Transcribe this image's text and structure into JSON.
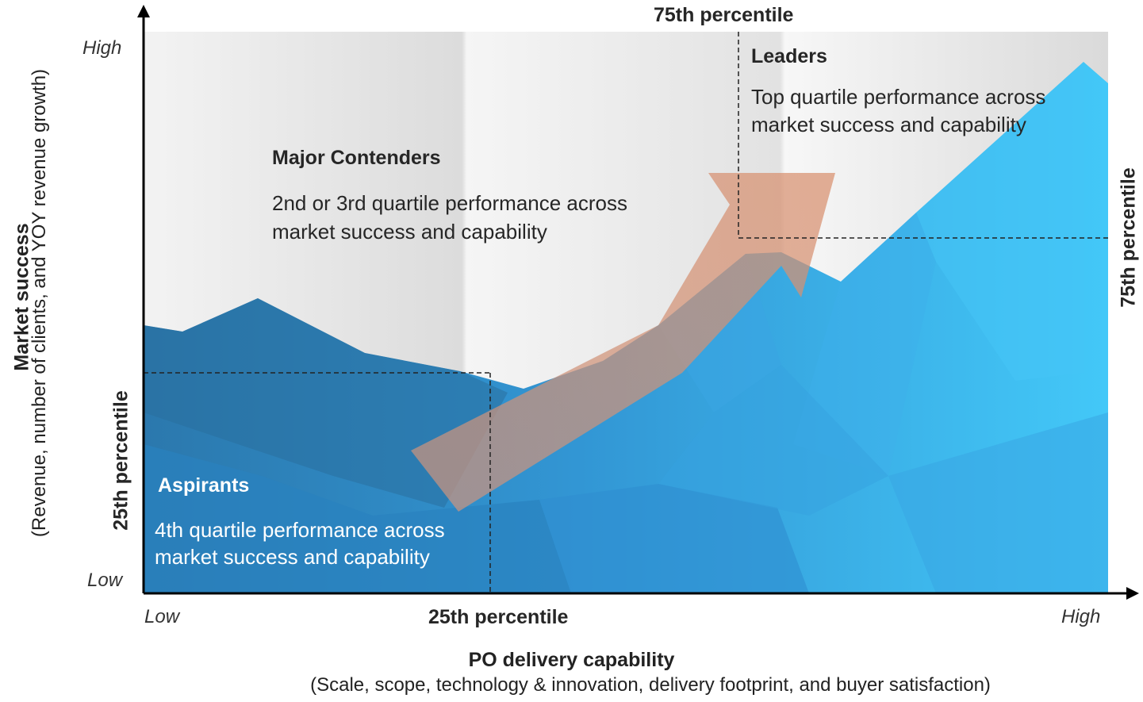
{
  "y_axis": {
    "title": "Market success",
    "subtitle": "(Revenue, number of clients, and YOY revenue growth)",
    "high_label": "High",
    "low_label": "Low"
  },
  "x_axis": {
    "title": "PO delivery capability",
    "subtitle": "(Scale, scope, technology & innovation, delivery footprint, and buyer satisfaction)",
    "low_label": "Low",
    "high_label": "High"
  },
  "percentiles": {
    "x_25": "25th percentile",
    "x_75": "75th percentile",
    "y_25": "25th percentile",
    "y_75": "75th percentile"
  },
  "quadrants": {
    "leaders": {
      "title": "Leaders",
      "desc_line1": "Top quartile performance across",
      "desc_line2": "market success and capability"
    },
    "major_contenders": {
      "title": "Major Contenders",
      "desc_line1": "2nd or 3rd quartile performance across",
      "desc_line2": "market success and capability"
    },
    "aspirants": {
      "title": "Aspirants",
      "desc_line1": "4th quartile performance across",
      "desc_line2": "market success and capability"
    }
  },
  "colors": {
    "background_panel": "#efefef",
    "mountain_dark": "#2f7fb8",
    "mountain_light": "#3fc0f5",
    "arrow": "#d9977a",
    "axis": "#000000"
  }
}
